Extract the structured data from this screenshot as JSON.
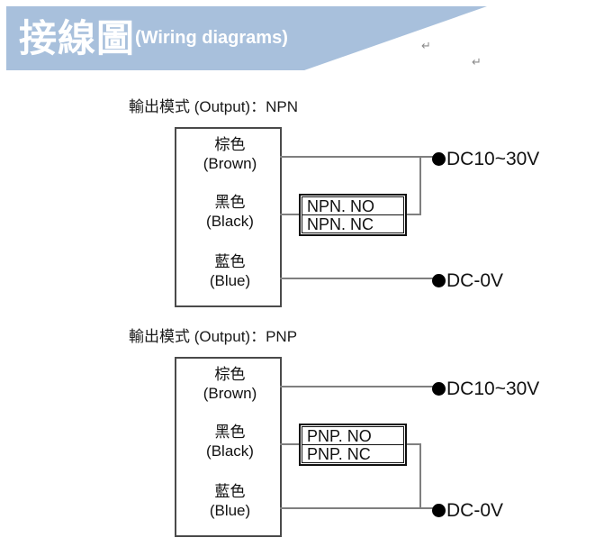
{
  "header": {
    "title_cjk": "接線圖",
    "title_en": "(Wiring diagrams)",
    "banner_color": "#a8c0dc",
    "text_color": "#ffffff",
    "pilcrow_mark": "↵"
  },
  "wire_colors": {
    "brown": {
      "cjk": "棕色",
      "en": "(Brown)"
    },
    "black": {
      "cjk": "黑色",
      "en": "(Black)"
    },
    "blue": {
      "cjk": "藍色",
      "en": "(Blue)"
    }
  },
  "terminals": {
    "supply": "DC10~30V",
    "ground": "DC-0V"
  },
  "sections": [
    {
      "id": "npn",
      "title": "輸出模式 (Output)：NPN",
      "switch": {
        "no_label": "NPN. NO",
        "nc_label": "NPN. NC"
      },
      "switch_return": "supply"
    },
    {
      "id": "pnp",
      "title": "輸出模式 (Output)：PNP",
      "switch": {
        "no_label": "PNP. NO",
        "nc_label": "PNP. NC"
      },
      "switch_return": "ground"
    }
  ]
}
